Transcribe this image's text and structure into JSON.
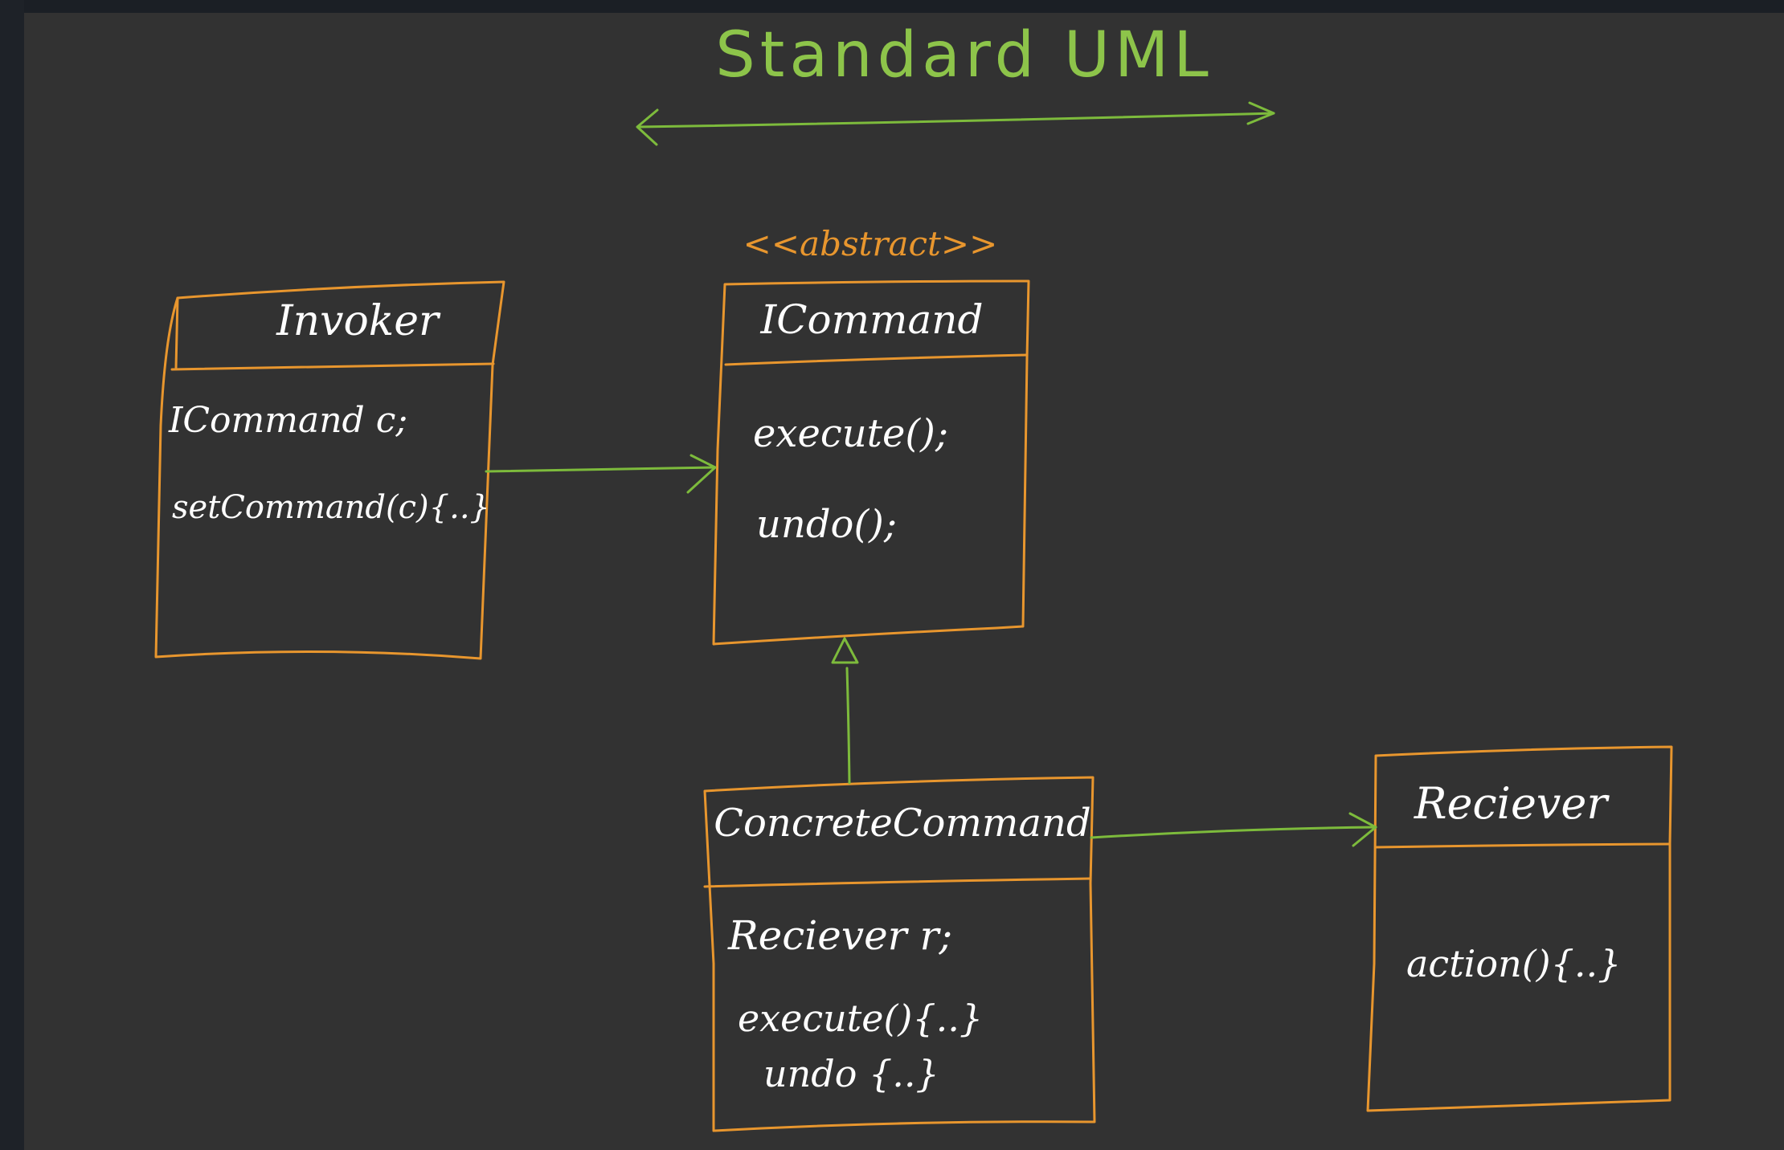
{
  "title": "Standard UML",
  "stereotype": "<<abstract>>",
  "colors": {
    "background": "#323232",
    "box_stroke": "#e8962e",
    "arrow": "#7dbb3c",
    "title": "#8dc44a",
    "text": "#ffffff"
  },
  "classes": {
    "invoker": {
      "name": "Invoker",
      "members": [
        "ICommand c;",
        "setCommand(c){..}"
      ]
    },
    "icommand": {
      "name": "ICommand",
      "members": [
        "execute();",
        "undo();"
      ]
    },
    "concrete": {
      "name": "ConcreteCommand",
      "members": [
        "Reciever r;",
        "execute(){..}",
        "undo {..}"
      ]
    },
    "receiver": {
      "name": "Reciever",
      "members": [
        "action(){..}"
      ]
    }
  }
}
